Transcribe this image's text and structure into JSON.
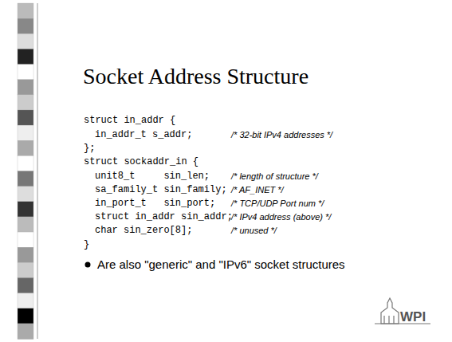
{
  "diagram": {
    "title": "Socket Address Structure",
    "labels": [
      "struct in_addr {",
      "in_addr_t s_addr;",
      "/* 32-bit IPv4 addresses */",
      "};",
      "struct sockaddr_in {",
      "unit8_t     sin_len;",
      "/* length of structure */",
      "sa_family_t sin_family;",
      "/* AF_INET */",
      "in_port_t   sin_port;",
      "/* TCP/UDP Port num */",
      "struct in_addr sin_addr;",
      "/* IPv4 address (above) */",
      "char sin_zero[8];",
      "/* unused */",
      "}",
      "Are also \"generic\" and \"IPv6\" socket structures",
      "WPI"
    ]
  }
}
